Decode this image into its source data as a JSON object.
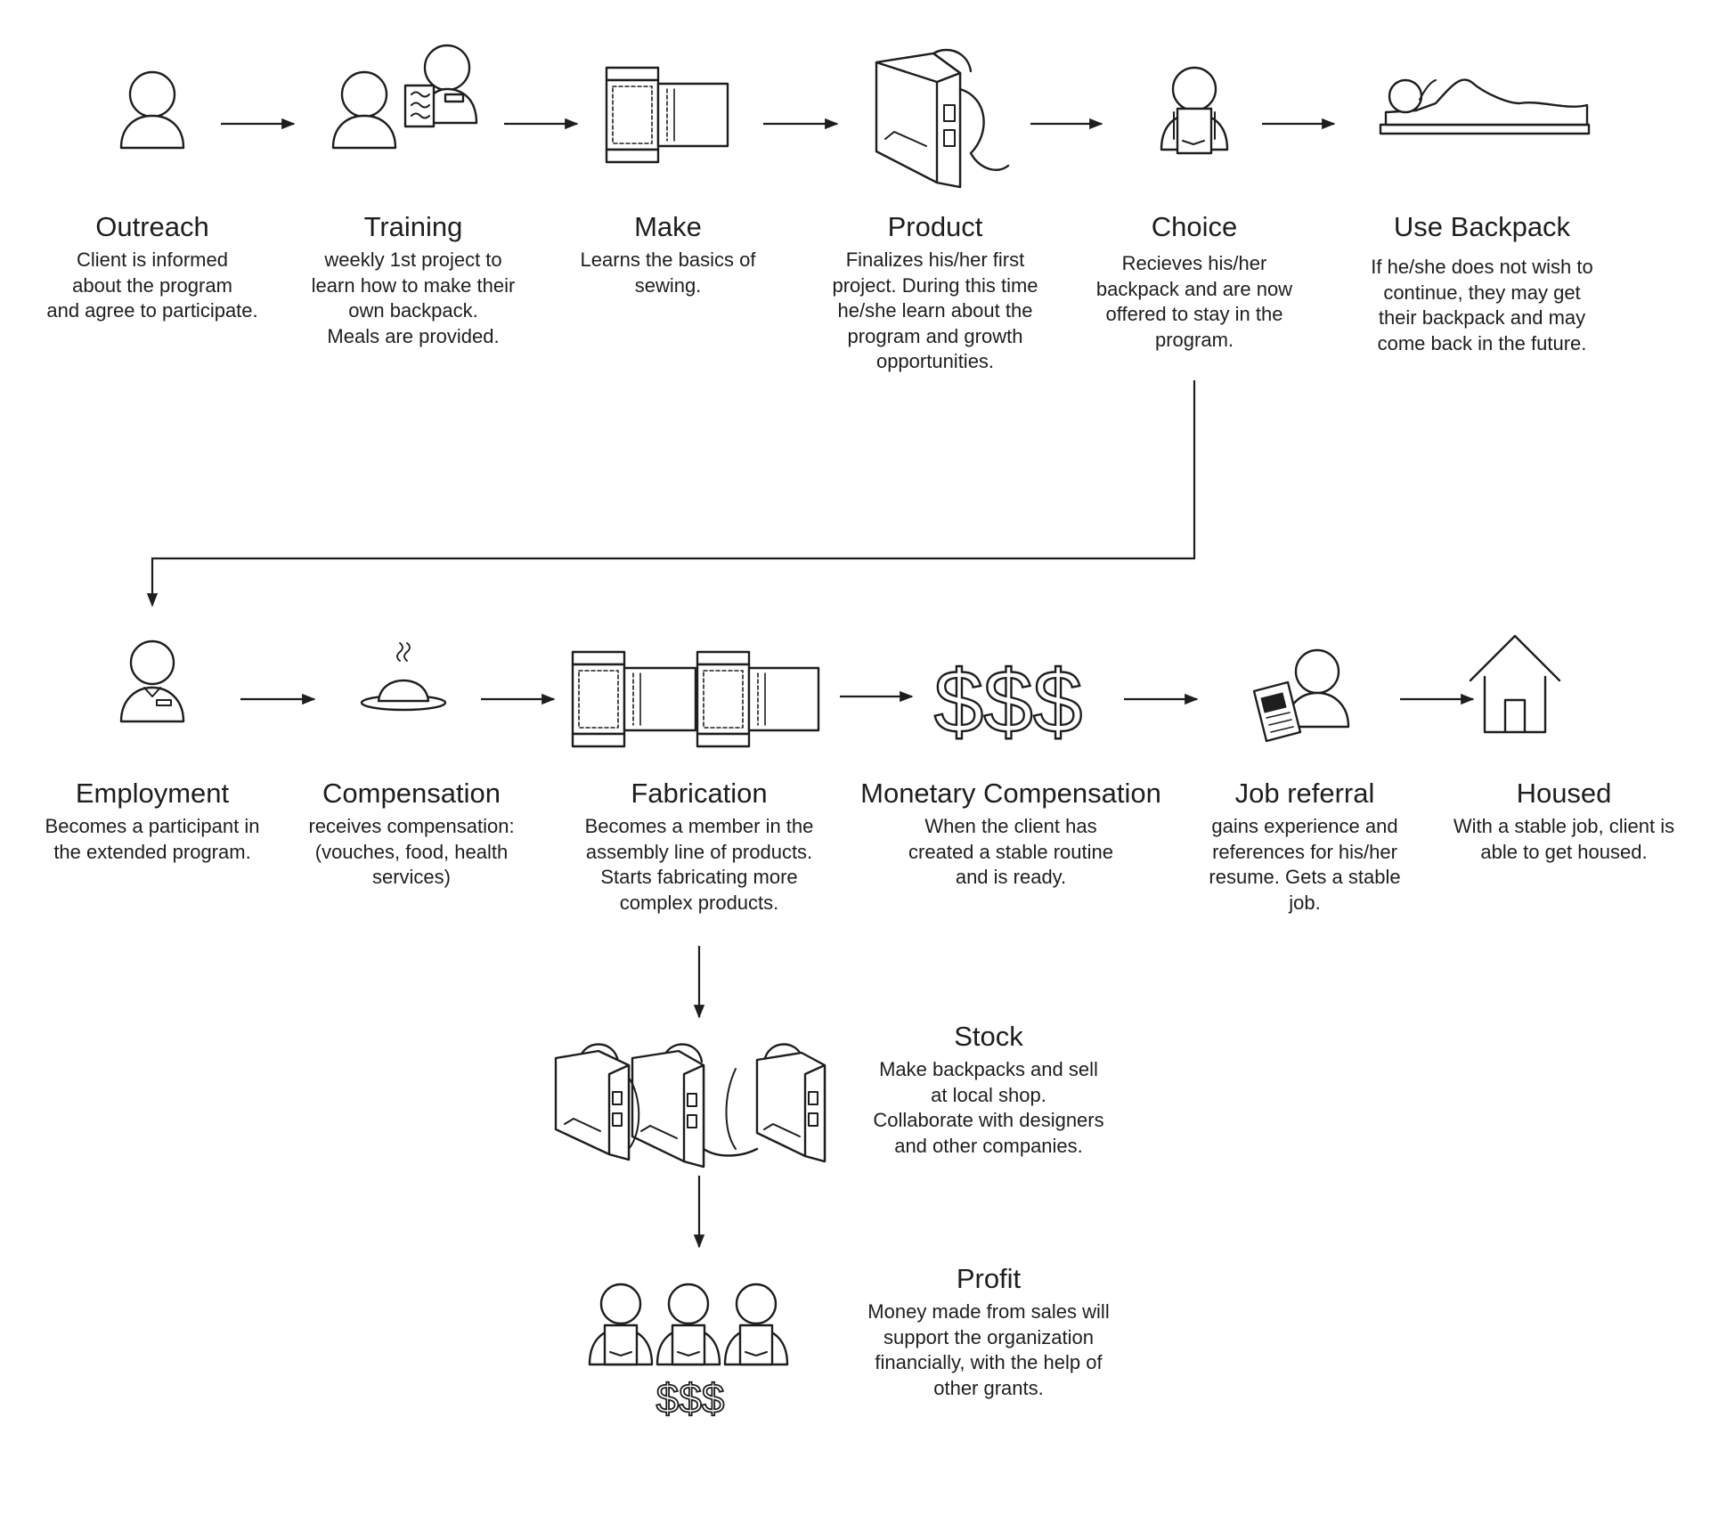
{
  "steps": {
    "outreach": {
      "title": "Outreach",
      "desc": "Client is informed\nabout the program\nand agree to participate."
    },
    "training": {
      "title": "Training",
      "desc": "weekly 1st project to\nlearn how to make their\nown backpack.\nMeals are provided."
    },
    "make": {
      "title": "Make",
      "desc": "Learns the basics of\nsewing."
    },
    "product": {
      "title": "Product",
      "desc": "Finalizes his/her first\nproject. During this time\nhe/she learn about the\nprogram and growth\nopportunities."
    },
    "choice": {
      "title": "Choice",
      "desc": "Recieves his/her\nbackpack and are now\noffered to stay in the\nprogram."
    },
    "use_backpack": {
      "title": "Use Backpack",
      "desc": "If he/she does not wish to\ncontinue, they may get\ntheir backpack and may\ncome back in the future."
    },
    "employment": {
      "title": "Employment",
      "desc": "Becomes a participant in\nthe extended program."
    },
    "compensation": {
      "title": "Compensation",
      "desc": "receives compensation:\n(vouches, food, health\nservices)"
    },
    "fabrication": {
      "title": "Fabrication",
      "desc": "Becomes a member in the\nassembly line of products.\nStarts fabricating more\ncomplex products."
    },
    "monetary": {
      "title": "Monetary Compensation",
      "desc": "When the client has\ncreated a stable routine\nand is ready."
    },
    "job_referral": {
      "title": "Job referral",
      "desc": "gains experience and\nreferences for his/her\nresume. Gets a stable\njob."
    },
    "housed": {
      "title": "Housed",
      "desc": "With a stable job, client is\nable to get housed."
    },
    "stock": {
      "title": "Stock",
      "desc": "Make backpacks and sell\nat local shop.\nCollaborate with designers\nand other companies."
    },
    "profit": {
      "title": "Profit",
      "desc": "Money made from sales will\nsupport the organization\nfinancially, with the help of\nother grants."
    }
  },
  "icons": {
    "outreach": "person-icon",
    "training": "trainer-with-clipboard-icon",
    "make": "fabric-pattern-icon",
    "product": "backpack-icon",
    "choice": "person-holding-backpack-icon",
    "use_backpack": "person-sleeping-icon",
    "employment": "employee-icon",
    "compensation": "meal-plate-icon",
    "fabrication": "double-fabric-pattern-icon",
    "monetary": "dollar-signs-icon",
    "job_referral": "person-with-newspaper-icon",
    "housed": "house-icon",
    "stock": "three-backpacks-icon",
    "profit": "three-people-with-money-icon"
  },
  "money_symbols": {
    "monetary": "$$$",
    "profit": "$$$"
  },
  "colors": {
    "line": "#1e1e1e",
    "background": "#ffffff"
  }
}
